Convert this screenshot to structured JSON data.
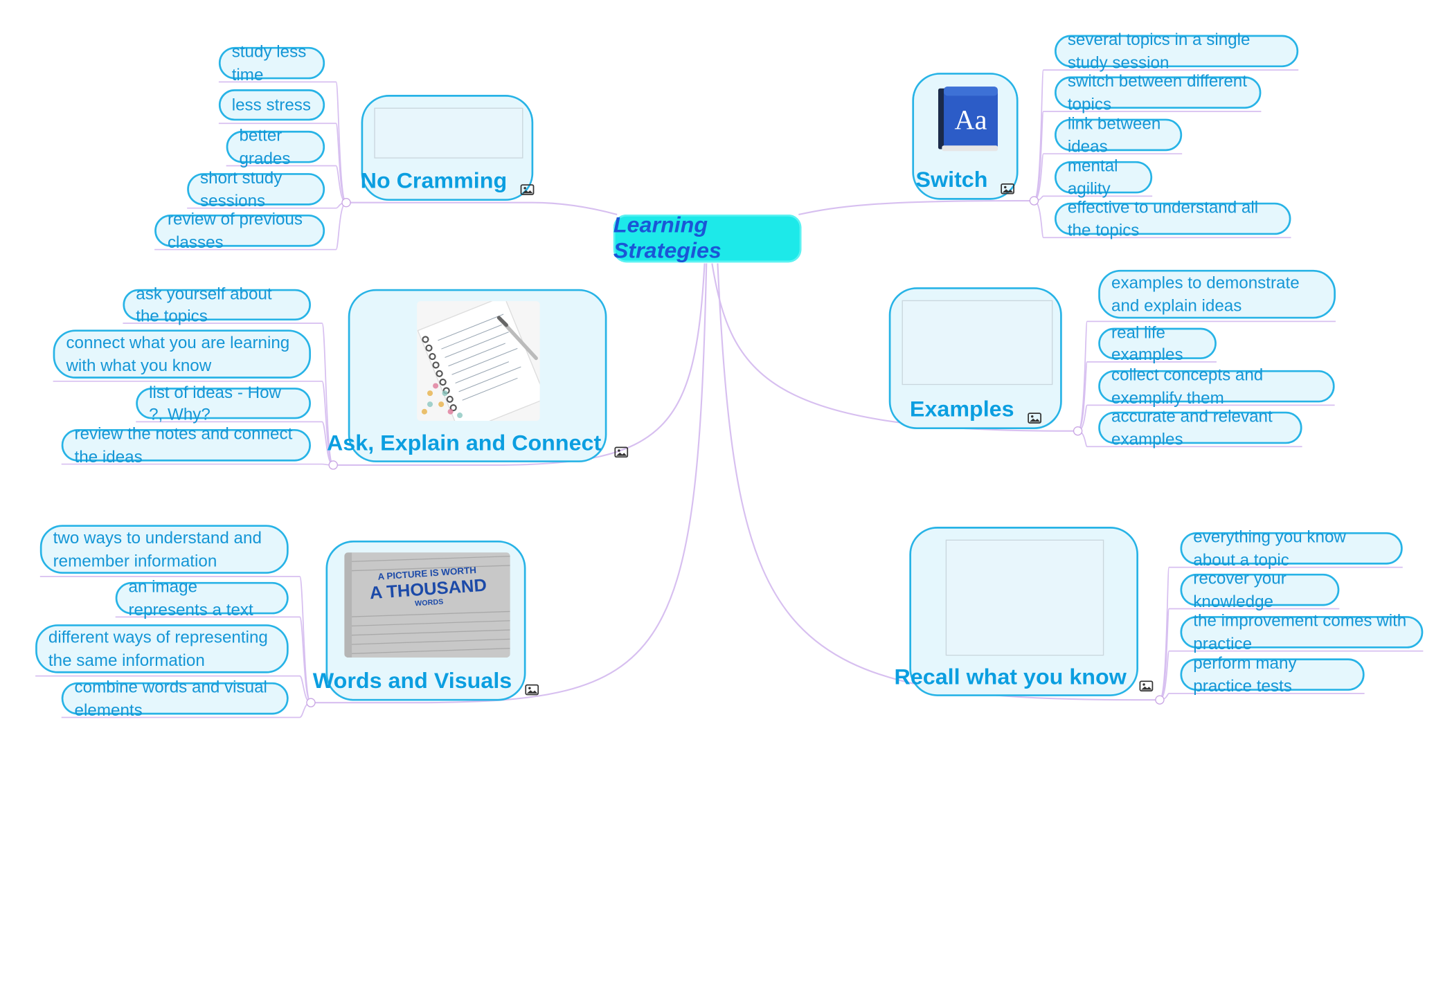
{
  "root": {
    "label": "Learning Strategies"
  },
  "topics": {
    "no_cramming": {
      "title": "No Cramming",
      "icon": "image-icon",
      "items": [
        "study less time",
        "less stress",
        "better grades",
        "short study sessions",
        "review of previous classes"
      ]
    },
    "ask_explain": {
      "title": "Ask, Explain and Connect",
      "icon": "image-icon",
      "items": [
        "ask yourself about the topics",
        "connect what you are learning with what you know",
        "list of ideas - How ?, Why?",
        "review the notes and connect the ideas"
      ]
    },
    "words_visuals": {
      "title": "Words and Visuals",
      "icon": "image-icon",
      "image_text": {
        "line1": "A PICTURE IS WORTH",
        "line2": "A THOUSAND",
        "line3": "WORDS"
      },
      "items": [
        "two ways to understand and remember information",
        "an image represents a text",
        "different ways of representing the same information",
        "combine words and visual elements"
      ]
    },
    "switch": {
      "title": "Switch",
      "icon": "image-icon",
      "book_glyph": "Aa",
      "items": [
        "several topics in a single study session",
        "switch between different topics",
        "link between ideas",
        "mental agility",
        "effective to understand all the topics"
      ]
    },
    "examples": {
      "title": "Examples",
      "icon": "image-icon",
      "items": [
        "examples to demonstrate and explain ideas",
        "real life examples",
        "collect concepts and exemplify them",
        "accurate and relevant examples"
      ]
    },
    "recall": {
      "title": "Recall what you know",
      "icon": "image-icon",
      "items": [
        "everything you know about a topic",
        "recover your knowledge",
        "the improvement comes with practice",
        "perform many practice tests"
      ]
    }
  },
  "colors": {
    "root_fill": "#1de9e9",
    "root_text": "#1a56d6",
    "topic_border": "#27b3e6",
    "topic_fill": "#e5f7fd",
    "text": "#1496d6",
    "link": "#d7bff0"
  }
}
